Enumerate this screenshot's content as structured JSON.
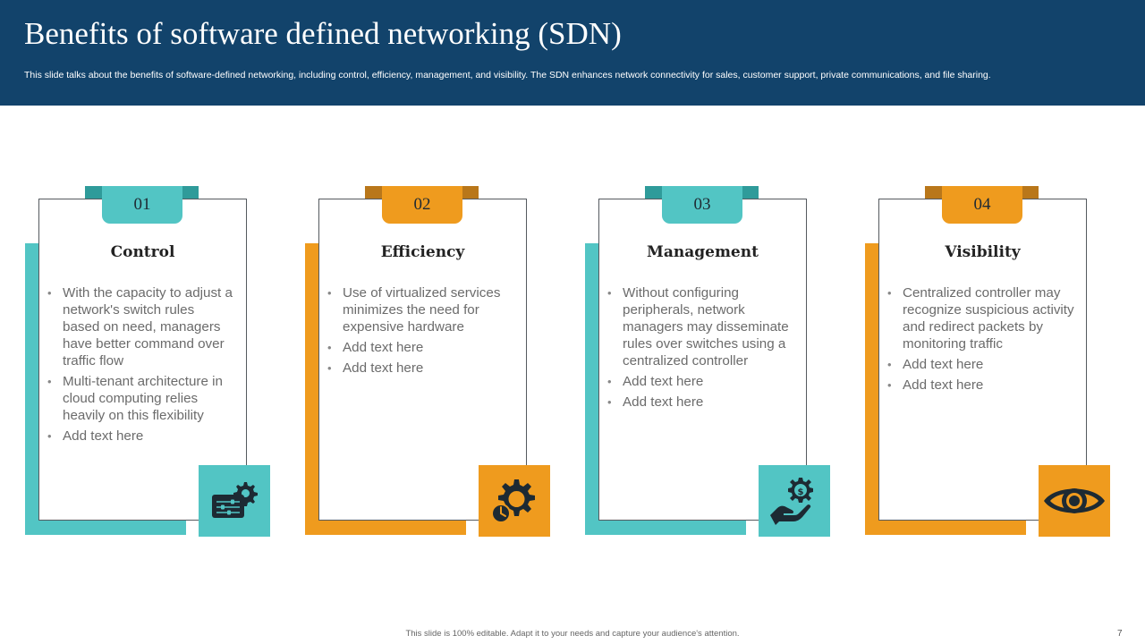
{
  "slide": {
    "title": "Benefits of software defined networking (SDN)",
    "subtitle": "This slide talks about the benefits of software-defined networking, including control, efficiency, management, and visibility. The SDN enhances network connectivity for sales, customer support, private communications, and file sharing.",
    "footer": "This slide is 100% editable. Adapt it to your needs and capture your audience's attention.",
    "page_number": "7"
  },
  "colors": {
    "header": "#12436b",
    "teal": "#52c5c4",
    "orange": "#ef9b1e"
  },
  "cards": [
    {
      "number": "01",
      "heading": "Control",
      "icon": "settings-panel-icon",
      "bullets": [
        "With the capacity to adjust a network's switch rules based on need, managers have better command over traffic flow",
        "Multi-tenant architecture in cloud computing relies heavily on this flexibility",
        "Add text here"
      ]
    },
    {
      "number": "02",
      "heading": "Efficiency",
      "icon": "gear-clock-icon",
      "bullets": [
        "Use of virtualized services minimizes the need for expensive hardware",
        "Add text here",
        "Add text here"
      ]
    },
    {
      "number": "03",
      "heading": "Management",
      "icon": "hand-dollar-gear-icon",
      "bullets": [
        "Without configuring peripherals, network managers may disseminate rules over switches using a centralized controller",
        "Add text here",
        "Add text here"
      ]
    },
    {
      "number": "04",
      "heading": "Visibility",
      "icon": "eye-icon",
      "bullets": [
        "Centralized controller may recognize suspicious activity and redirect packets by monitoring traffic",
        "Add text here",
        "Add text here"
      ]
    }
  ]
}
